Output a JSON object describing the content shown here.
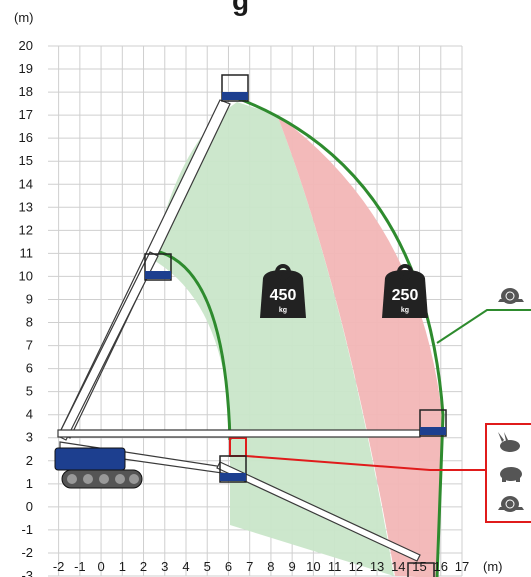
{
  "header": {
    "title_fragment": "g"
  },
  "axes": {
    "y_unit": "(m)",
    "x_unit": "(m)",
    "x_ticks": [
      "-2",
      "-1",
      "0",
      "1",
      "2",
      "3",
      "4",
      "5",
      "6",
      "7",
      "8",
      "9",
      "10",
      "11",
      "12",
      "13",
      "14",
      "15",
      "16",
      "17"
    ],
    "y_ticks": [
      "20",
      "19",
      "18",
      "17",
      "16",
      "15",
      "14",
      "13",
      "12",
      "11",
      "10",
      "9",
      "8",
      "7",
      "6",
      "5",
      "4",
      "3",
      "2",
      "1",
      "0",
      "-1",
      "-2",
      "-3"
    ],
    "x_range": [
      -2.5,
      17
    ],
    "y_range": [
      -3,
      20
    ]
  },
  "loads": [
    {
      "value": "450",
      "unit": "kg"
    },
    {
      "value": "250",
      "unit": "kg"
    }
  ],
  "legend": {
    "upper_icons": [
      "snail-icon"
    ],
    "lower_icons": [
      "rabbit-icon",
      "turtle-icon",
      "snail-icon"
    ]
  },
  "colors": {
    "green_zone": "#c9e6c9",
    "red_zone": "#f2b6b6",
    "envelope": "#2e8b2e",
    "callout_red": "#e01b1b",
    "machine_blue": "#1d3f8f",
    "grid": "#cfcfcf"
  }
}
